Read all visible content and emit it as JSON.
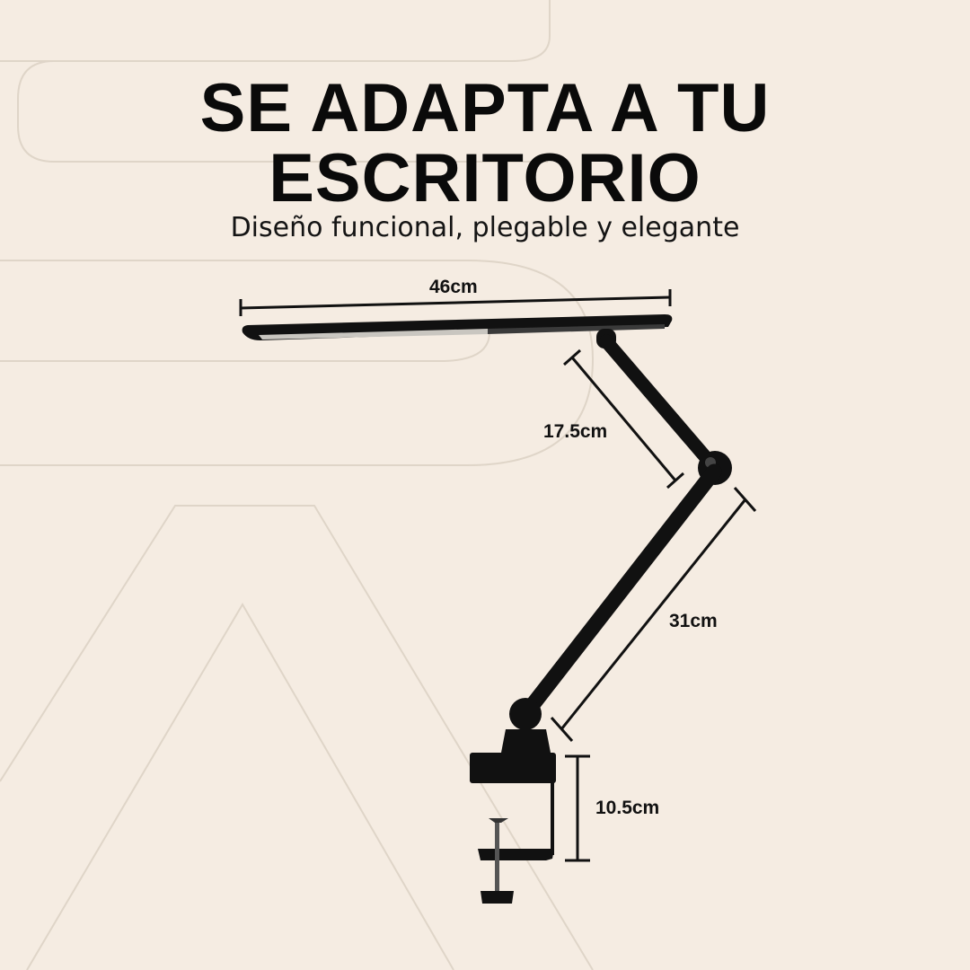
{
  "header": {
    "title_line1": "SE ADAPTA A TU",
    "title_line2": "ESCRITORIO",
    "subtitle": "Diseño funcional, plegable y elegante"
  },
  "dimensions": {
    "head_width": "46cm",
    "upper_arm": "17.5cm",
    "lower_arm": "31cm",
    "clamp_height": "10.5cm"
  },
  "colors": {
    "background": "#f5ece2",
    "lamp": "#111111",
    "text": "#0a0a0a"
  }
}
